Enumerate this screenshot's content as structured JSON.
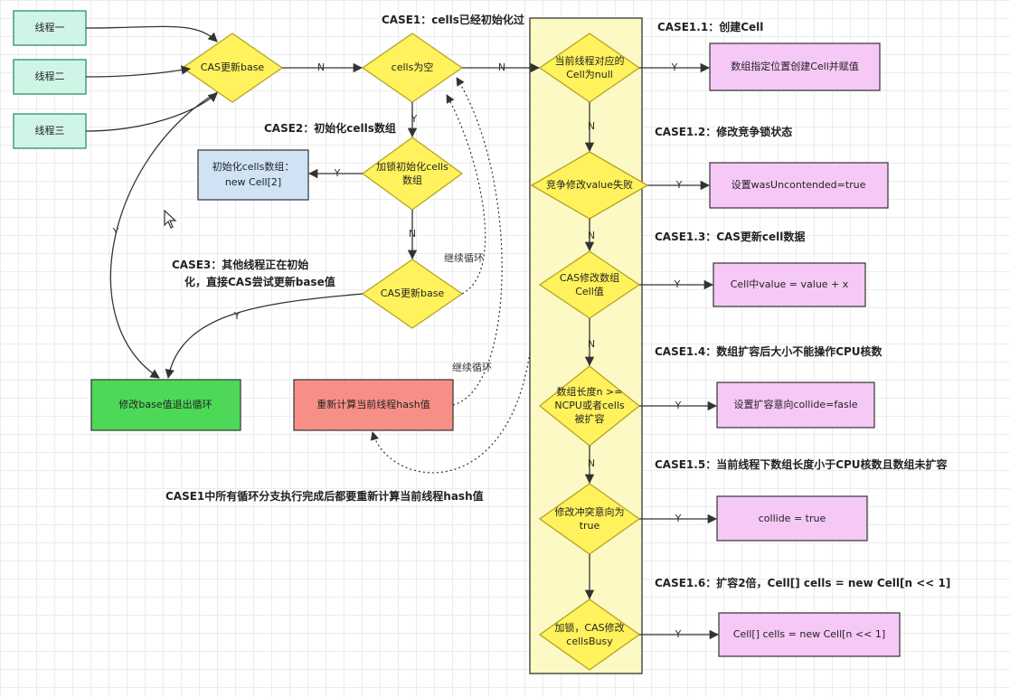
{
  "threads": [
    "线程一",
    "线程二",
    "线程三"
  ],
  "case_labels": {
    "case1": "CASE1：cells已经初始化过",
    "case2": "CASE2：初始化cells数组",
    "case3_line1": "CASE3：其他线程正在初始",
    "case3_line2": "化，直接CAS尝试更新base值",
    "case1_1": "CASE1.1：创建Cell",
    "case1_2": "CASE1.2：修改竞争锁状态",
    "case1_3": "CASE1.3：CAS更新cell数据",
    "case1_4": "CASE1.4：数组扩容后大小不能操作CPU核数",
    "case1_5": "CASE1.5：当前线程下数组长度小于CPU核数且数组未扩容",
    "case1_6": "CASE1.6：扩容2倍，Cell[] cells = new Cell[n << 1]",
    "case1_note": "CASE1中所有循环分支执行完成后都要重新计算当前线程hash值"
  },
  "diamonds": {
    "cas_base": [
      "CAS更新base"
    ],
    "cells_empty": [
      "cells为空"
    ],
    "lock_init": [
      "加锁初始化cells",
      "数组"
    ],
    "cas_base2": [
      "CAS更新base"
    ],
    "cell_null": [
      "当前线程对应的",
      "Cell为null"
    ],
    "compete_fail": [
      "竞争修改value失败"
    ],
    "cas_cell": [
      "CAS修改数组",
      "Cell值"
    ],
    "len_ncpu": [
      "数组长度n >=",
      "NCPU或者cells",
      "被扩容"
    ],
    "modify_collide": [
      "修改冲突意向为",
      "true"
    ],
    "lock_busy": [
      "加锁，CAS修改",
      "cellsBusy"
    ]
  },
  "boxes": {
    "init_cells": [
      "初始化cells数组：",
      "new Cell[2]"
    ],
    "modify_base_exit": [
      "修改base值退出循环"
    ],
    "rehash": [
      "重新计算当前线程hash值"
    ],
    "create_cell": [
      "数组指定位置创建Cell并赋值"
    ],
    "set_uncontended": [
      "设置wasUncontended=true"
    ],
    "cell_value": [
      "Cell中value = value + x"
    ],
    "set_collide_false": [
      "设置扩容意向collide=fasle"
    ],
    "collide_true": [
      "collide = true"
    ],
    "new_cells": [
      "Cell[] cells = new Cell[n << 1]"
    ]
  },
  "edge_labels": {
    "yes": "Y",
    "no": "N",
    "continue_loop": "继续循环"
  },
  "colors": {
    "thread_fill": "#cff5e6",
    "thread_stroke": "#2f8f6a",
    "diamond_fill": "#fff25c",
    "diamond_stroke": "#b3a322",
    "panel_fill": "#fdf9c4",
    "panel_stroke": "#333333",
    "box_blue": "#cfe3f5",
    "box_green": "#4dd957",
    "box_red": "#f78f86",
    "box_pink": "#f5c8f5"
  }
}
